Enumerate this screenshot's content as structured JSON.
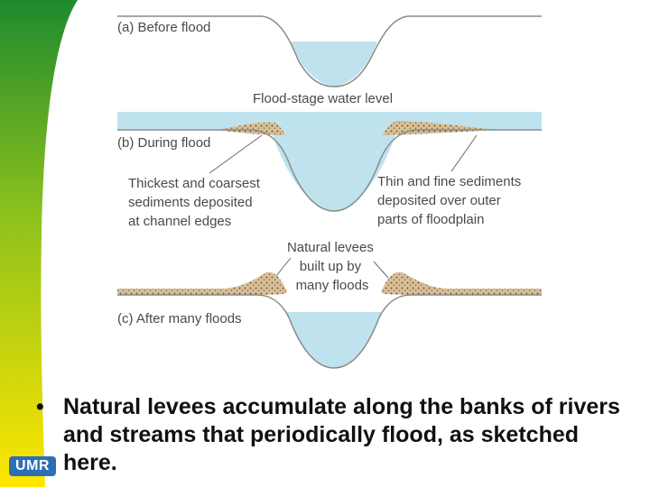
{
  "theme": {
    "stripe_top": "#1f8a2e",
    "stripe_mid": "#8fc21c",
    "stripe_bottom": "#ffe600",
    "water": "#bfe3ee",
    "ground_line": "#8a8a8a",
    "sediment": "#d9bf95",
    "label_color": "#4a4a4a",
    "logo_color": "#2d6fb5"
  },
  "diagram": {
    "panel_a": {
      "label": "(a) Before flood"
    },
    "panel_b": {
      "label": "(b) During flood",
      "water_level_label": "Flood-stage water level",
      "left_note": [
        "Thickest and coarsest",
        "sediments deposited",
        "at channel edges"
      ],
      "right_note": [
        "Thin and fine sediments",
        "deposited over outer",
        "parts of floodplain"
      ]
    },
    "panel_c": {
      "label": "(c) After many floods",
      "levee_note": [
        "Natural levees",
        "built up by",
        "many floods"
      ]
    }
  },
  "caption": {
    "bullet": "•",
    "text": "Natural levees accumulate along the banks of rivers and streams that periodically flood, as sketched here."
  },
  "logo": {
    "text": "UMR"
  }
}
